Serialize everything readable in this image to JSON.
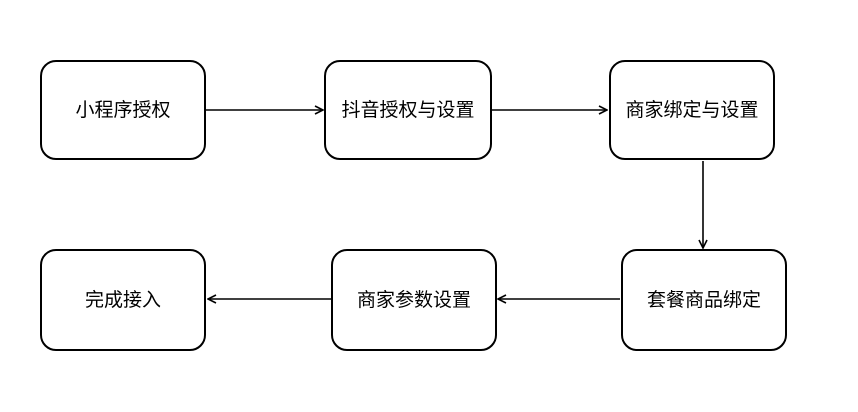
{
  "diagram": {
    "type": "flowchart",
    "colors": {
      "stroke": "#000000",
      "fill": "#ffffff",
      "text": "#000000"
    },
    "nodes": [
      {
        "id": "n1",
        "label": "小程序授权"
      },
      {
        "id": "n2",
        "label": "抖音授权与设置"
      },
      {
        "id": "n3",
        "label": "商家绑定与设置"
      },
      {
        "id": "n4",
        "label": "套餐商品绑定"
      },
      {
        "id": "n5",
        "label": "商家参数设置"
      },
      {
        "id": "n6",
        "label": "完成接入"
      }
    ],
    "edges": [
      {
        "from": "n1",
        "to": "n2"
      },
      {
        "from": "n2",
        "to": "n3"
      },
      {
        "from": "n3",
        "to": "n4"
      },
      {
        "from": "n4",
        "to": "n5"
      },
      {
        "from": "n5",
        "to": "n6"
      }
    ]
  }
}
